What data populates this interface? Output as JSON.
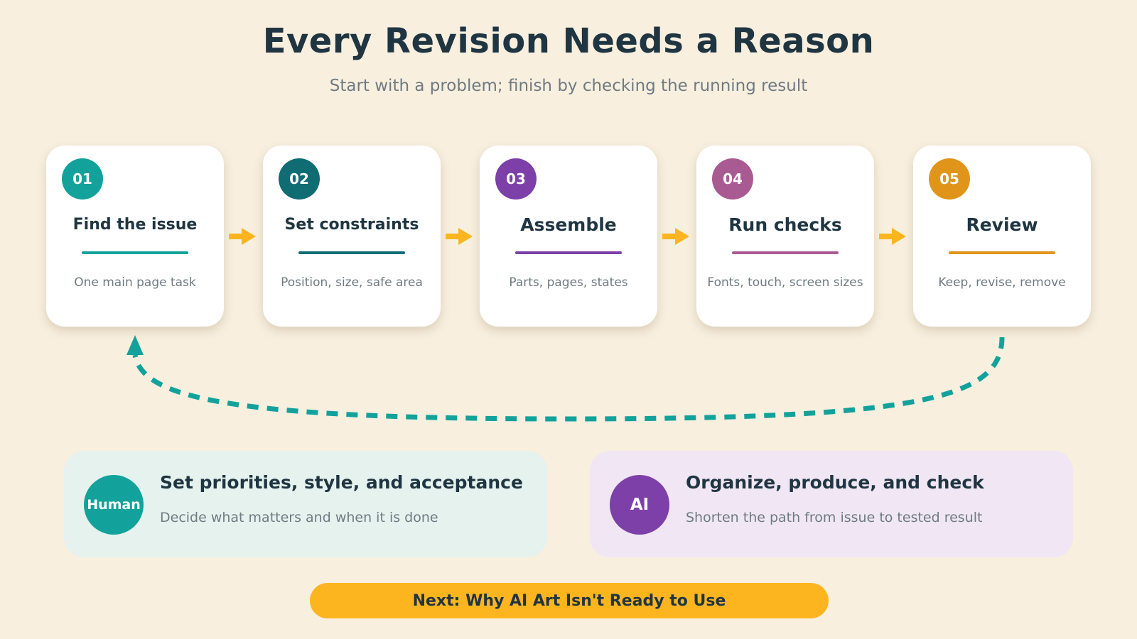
{
  "header": {
    "title": "Every Revision Needs a Reason",
    "subtitle": "Start with a problem; finish by checking the running result"
  },
  "steps": [
    {
      "number": "01",
      "title": "Find the issue",
      "description": "One main page task",
      "color": "#12a29b"
    },
    {
      "number": "02",
      "title": "Set constraints",
      "description": "Position, size, safe area",
      "color": "#0f6c73"
    },
    {
      "number": "03",
      "title": "Assemble",
      "description": "Parts, pages, states",
      "color": "#7d3fa8"
    },
    {
      "number": "04",
      "title": "Run checks",
      "description": "Fonts, touch, screen sizes",
      "color": "#aa5a92"
    },
    {
      "number": "05",
      "title": "Review",
      "description": "Keep, revise, remove",
      "color": "#e0951a"
    }
  ],
  "colors": {
    "flow_arrow": "#fdb51f",
    "loop_arrow": "#12a29b",
    "text_dark": "#1f3542",
    "text_muted": "#6f7b82"
  },
  "roles": {
    "human": {
      "avatar": "Human",
      "title": "Set priorities, style, and acceptance",
      "description": "Decide what matters and when it is done",
      "color": "#12a29b"
    },
    "ai": {
      "avatar": "AI",
      "title": "Organize, produce, and check",
      "description": "Shorten the path from issue to tested result",
      "color": "#7d3fa8"
    }
  },
  "footer": {
    "next_label": "Next: Why AI Art Isn't Ready to Use"
  }
}
